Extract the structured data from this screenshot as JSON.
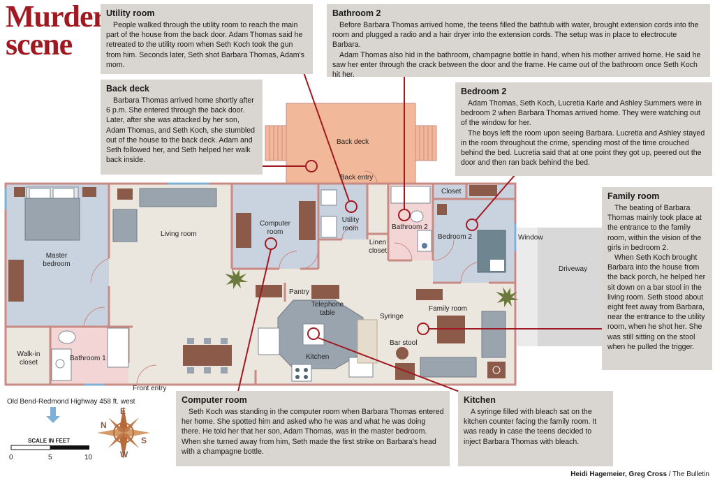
{
  "title": {
    "line1": "Murder",
    "line2": "scene"
  },
  "boxes": {
    "utility": {
      "heading": "Utility room",
      "paragraphs": [
        "People walked through the utility room to reach the main part of the house from the back door. Adam Thomas said he retreated to the utility room when Seth Koch took the gun from him. Seconds later, Seth shot Barbara Thomas, Adam's mom."
      ]
    },
    "bathroom2": {
      "heading": "Bathroom 2",
      "paragraphs": [
        "Before Barbara Thomas arrived home, the teens filled the bathtub with water, brought extension cords into the room and plugged a radio and a hair dryer into the extension cords. The setup was in place to electrocute Barbara.",
        "Adam Thomas also hid in the bathroom, champagne bottle in hand, when his mother arrived home. He said he saw her enter through the crack between the door and the frame. He came out of the bathroom once Seth Koch hit her."
      ]
    },
    "backdeck": {
      "heading": "Back deck",
      "paragraphs": [
        "Barbara Thomas arrived home shortly after 6 p.m. She entered through the back door. Later, after she was attacked by her son, Adam Thomas, and Seth Koch, she stumbled out of the house to the back deck. Adam and Seth followed her, and Seth helped her walk back inside."
      ]
    },
    "bedroom2": {
      "heading": "Bedroom 2",
      "paragraphs": [
        "Adam Thomas, Seth Koch, Lucretia Karle and Ashley Summers were in bedroom 2 when Barbara Thomas arrived home. They were watching out of the window for her.",
        "The boys left the room upon seeing Barbara. Lucretia and Ashley stayed in the room throughout the crime, spending most of the time crouched behind the bed. Lucretia said that at one point they got up, peered out the door and then ran back behind the bed."
      ]
    },
    "family": {
      "heading": "Family room",
      "paragraphs": [
        "The beating of Barbara Thomas mainly took place at the entrance to the family room, within the vision of the girls in bedroom 2.",
        "When Seth Koch brought Barbara into the house from the back porch, he helped her sit down on a bar stool in the living room. Seth stood about eight feet away from Barbara, near the entrance to the utility room, when he shot her. She was still sitting on the stool when he pulled the trigger."
      ]
    },
    "computer": {
      "heading": "Computer room",
      "paragraphs": [
        "Seth Koch was standing in the computer room when Barbara Thomas entered her home. She spotted him and asked who he was and what he was doing there. He told her that her son, Adam Thomas, was in the master bedroom. When she turned away from him, Seth made the first strike on Barbara's head with a champagne bottle."
      ]
    },
    "kitchen": {
      "heading": "Kitchen",
      "paragraphs": [
        "A syringe filled with bleach sat on the kitchen counter facing the family room. It was ready in case the teens decided to inject Barbara Thomas with bleach."
      ]
    }
  },
  "room_labels": {
    "back_deck": "Back deck",
    "back_entry": "Back entry",
    "closet": "Closet",
    "utility_room": "Utility room",
    "bathroom2": "Bathroom 2",
    "bedroom2": "Bedroom 2",
    "window": "Window",
    "driveway": "Driveway",
    "living_room": "Living room",
    "computer_room": "Computer room",
    "master_bedroom": "Master bedroom",
    "linen_closet": "Linen closet",
    "pantry": "Pantry",
    "telephone_table": "Telephone table",
    "syringe": "Syringe",
    "family_room": "Family room",
    "bar_stool": "Bar stool",
    "kitchen": "Kitchen",
    "walkin_closet": "Walk-in closet",
    "bathroom1": "Bathroom 1",
    "front_entry": "Front entry"
  },
  "legend": {
    "highway": "Old Bend-Redmond Highway 458 ft. west",
    "scale_title": "SCALE IN FEET",
    "scale_ticks": [
      "0",
      "5",
      "10"
    ],
    "compass": [
      "N",
      "E",
      "S",
      "W"
    ]
  },
  "credit": {
    "names": "Heidi Hagemeier, Greg Cross",
    "sep": " / ",
    "org": "The Bulletin"
  },
  "colors": {
    "accent": "#a01820",
    "wall": "#c98a84",
    "blue_room": "#c9d3df",
    "pink_room": "#f4d5d5",
    "floor": "#ece7de",
    "deck": "#f2b89a",
    "furniture_brown": "#8c5a48",
    "furniture_gray": "#9aa4ae",
    "box_bg": "#d9d6d1"
  }
}
